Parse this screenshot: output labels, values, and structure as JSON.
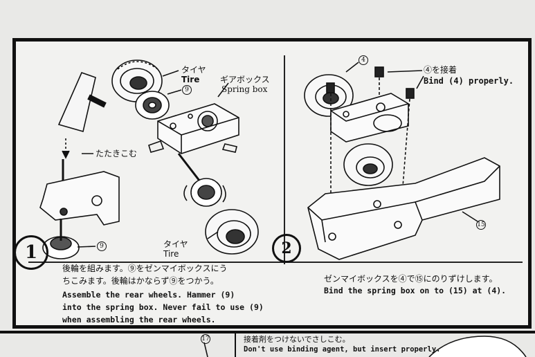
{
  "panel1": {
    "tire_top_jp": "タイヤ",
    "tire_top_en": "Tire",
    "part9_top": "9",
    "gearbox_jp": "ギアボックス",
    "gearbox_en": "Spring box",
    "hammer_jp": "たたきこむ",
    "part9_bottom": "9",
    "tire_bottom_jp": "タイヤ",
    "tire_bottom_en": "Tire"
  },
  "panel2": {
    "part4_top": "4",
    "bind4_jp": "④を接着",
    "bind4_en": "Bind (4) properly.",
    "part15": "15"
  },
  "step1": {
    "number": "1",
    "jp_line1": "後輪を組みます。⑨をゼンマイボックスにう",
    "jp_line2": "ちこみます。後輪はかならず⑨をつかう。",
    "en_line1": "Assemble the rear wheels. Hammer (9)",
    "en_line2": "into the spring box. Never fail to use (9)",
    "en_line3": "when assembling the rear wheels."
  },
  "step2": {
    "number": "2",
    "jp_line1": "ゼンマイボックスを④で⑮にのりずけします。",
    "en_line1": "Bind the spring box on to (15) at (4)."
  },
  "bottom": {
    "part17": "17",
    "jp_note": "接着剤をつけないでさしこむ。",
    "en_note": "Don't use binding agent, but insert properly."
  }
}
